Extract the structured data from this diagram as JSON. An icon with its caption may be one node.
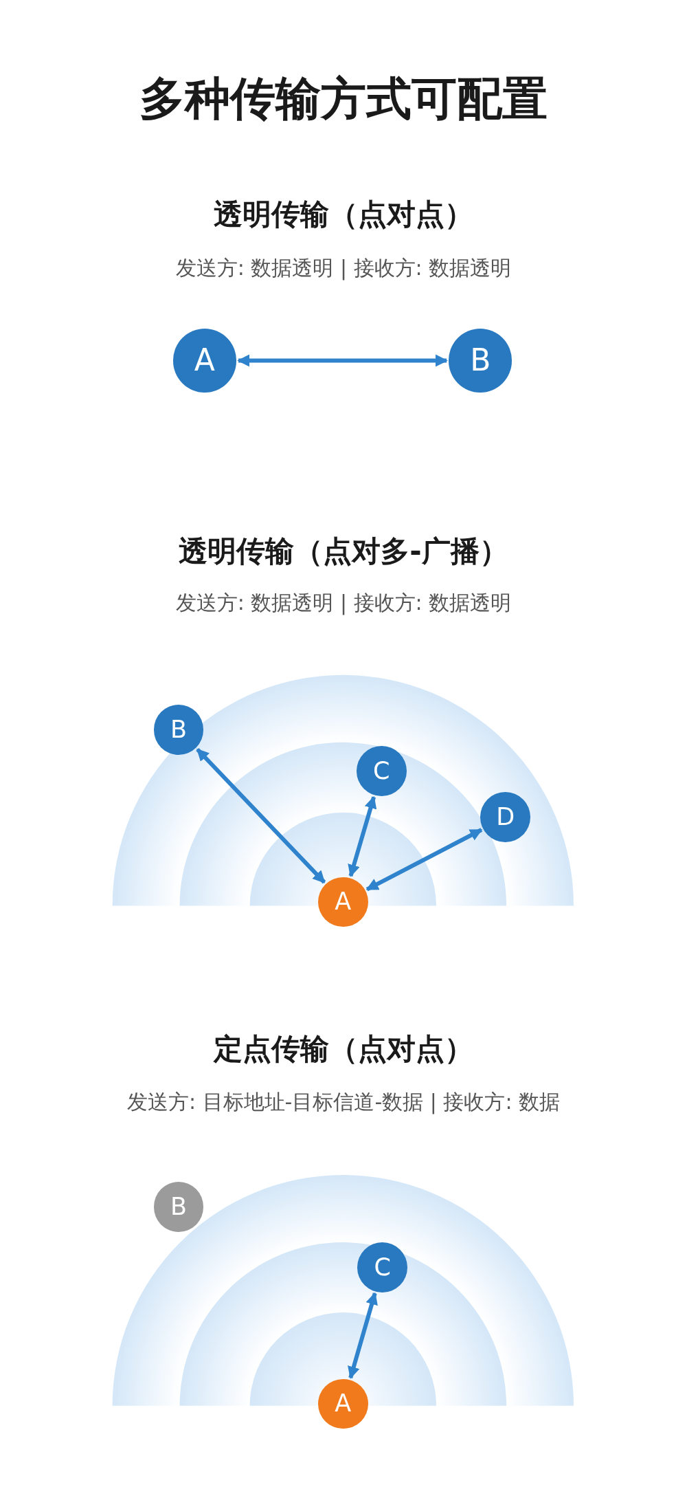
{
  "diagram": {
    "title": "多种传输方式可配置",
    "nodes": [
      {
        "text": [
          "A"
        ]
      },
      {
        "text": [
          "B"
        ]
      },
      {
        "text": [
          "B"
        ]
      },
      {
        "text": [
          "C"
        ]
      },
      {
        "text": [
          "D"
        ]
      },
      {
        "text": [
          "A"
        ]
      },
      {
        "text": [
          "B"
        ]
      },
      {
        "text": [
          "C"
        ]
      },
      {
        "text": [
          "A"
        ]
      }
    ],
    "edges": [
      {
        "from": 0,
        "to": 1,
        "arrow": "both"
      },
      {
        "from": 5,
        "to": 2,
        "arrow": "both"
      },
      {
        "from": 5,
        "to": 3,
        "arrow": "both"
      },
      {
        "from": 5,
        "to": 4,
        "arrow": "both"
      },
      {
        "from": 8,
        "to": 7,
        "arrow": "both"
      }
    ],
    "labels": [
      "透明传输（点对点）",
      "发送方: 数据透明 | 接收方: 数据透明",
      "透明传输（点对多-广播）",
      "发送方: 数据透明 | 接收方: 数据透明",
      "定点传输（点对点）",
      "发送方: 目标地址-目标信道-数据 | 接收方: 数据"
    ]
  }
}
